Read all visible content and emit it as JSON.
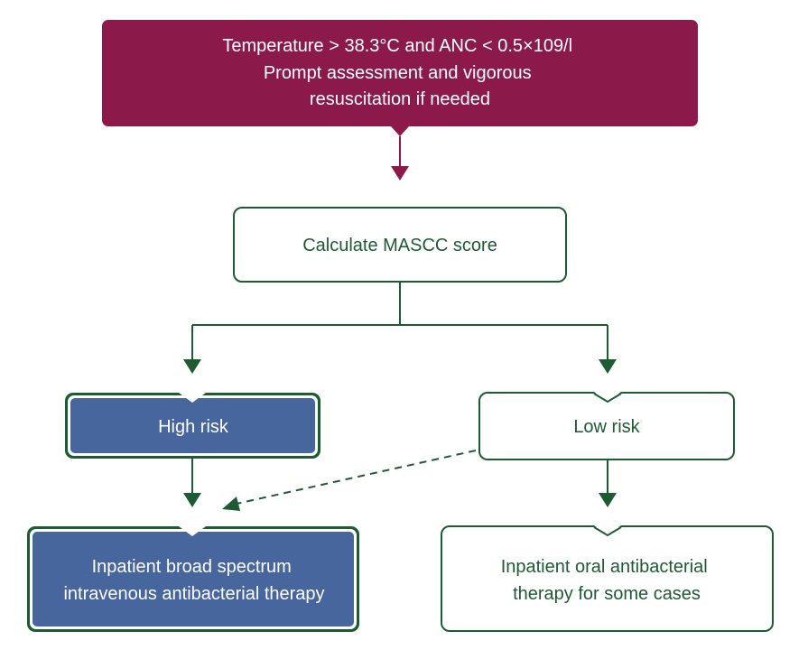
{
  "colors": {
    "maroon": "#8B1A4A",
    "green": "#1D5B32",
    "blue": "#47669E",
    "white": "#FFFFFF"
  },
  "nodes": {
    "start": {
      "lines": [
        "Temperature > 38.3°C and ANC < 0.5×109/l",
        "Prompt assessment and vigorous",
        "resuscitation if needed"
      ]
    },
    "mascc": {
      "lines": [
        "Calculate MASCC score"
      ]
    },
    "high_risk": {
      "lines": [
        "High risk"
      ]
    },
    "low_risk": {
      "lines": [
        "Low risk"
      ]
    },
    "inpatient_iv": {
      "lines": [
        "Inpatient broad spectrum",
        "intravenous antibacterial therapy"
      ]
    },
    "inpatient_oral": {
      "lines": [
        "Inpatient oral antibacterial",
        "therapy for some cases"
      ]
    }
  }
}
